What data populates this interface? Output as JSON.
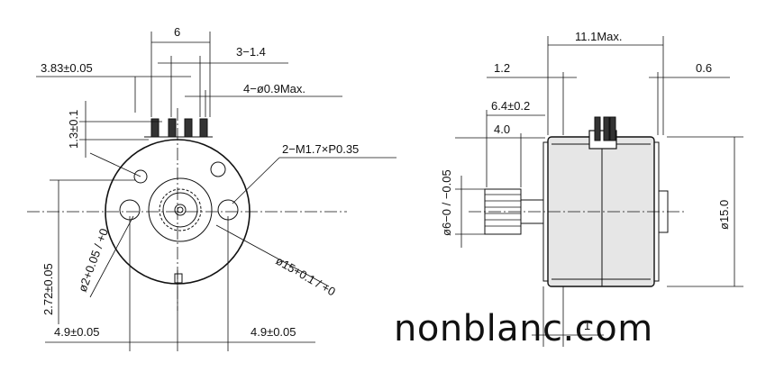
{
  "front_view": {
    "dim_6": "6",
    "dim_3_1_4": "3−1.4",
    "dim_3_83": "3.83±0.05",
    "dim_4_phi_0_9": "4−ø0.9Max.",
    "dim_1_3": "1.3±0.1",
    "dim_m1_7": "2−M1.7×P0.35",
    "dim_2_72": "2.72±0.05",
    "dim_phi2": "ø2+0.05 / +0",
    "dim_phi15": "ø15+0.1 / +0",
    "dim_4_9_left": "4.9±0.05",
    "dim_4_9_right": "4.9±0.05"
  },
  "side_view": {
    "dim_11_1": "11.1Max.",
    "dim_1_2": "1.2",
    "dim_0_6": "0.6",
    "dim_6_4": "6.4±0.2",
    "dim_4_0": "4.0",
    "dim_phi6": "ø6−0 / −0.05",
    "dim_phi15": "ø15.0",
    "dim_1": "1"
  },
  "watermark": "nonblanc.com"
}
